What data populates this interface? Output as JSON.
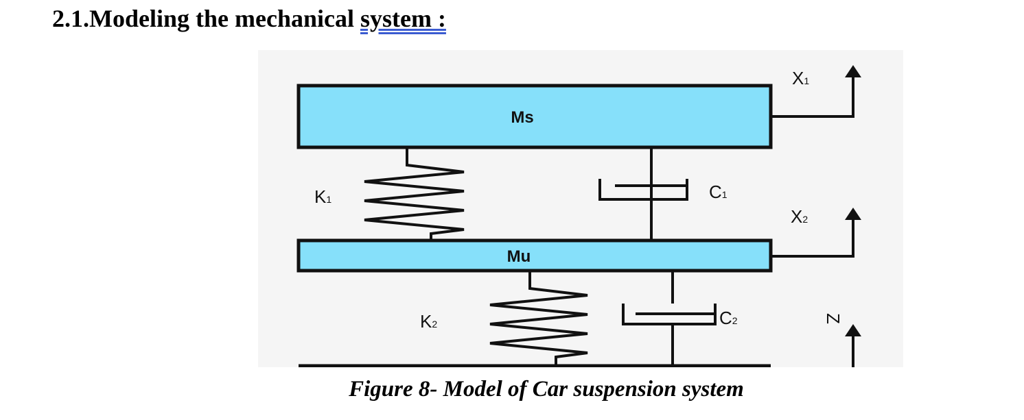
{
  "section": {
    "number_and_title": "2.1.Modeling the mechanical ",
    "underlined_word": "system :"
  },
  "figure": {
    "masses": {
      "sprung": "Ms",
      "unsprung": "Mu"
    },
    "springs": {
      "upper": "K",
      "upper_subscript": "1",
      "lower": "K",
      "lower_subscript": "2"
    },
    "dampers": {
      "upper": "C",
      "upper_subscript": "1",
      "lower": "C",
      "lower_subscript": "2"
    },
    "displacements": {
      "x1": "X",
      "x1_subscript": "1",
      "x2": "X",
      "x2_subscript": "2",
      "z": "Z"
    },
    "colors": {
      "mass_fill": "#86e0fa",
      "line": "#111111",
      "background": "#f5f5f5"
    }
  },
  "caption": "Figure 8- Model of Car suspension system"
}
